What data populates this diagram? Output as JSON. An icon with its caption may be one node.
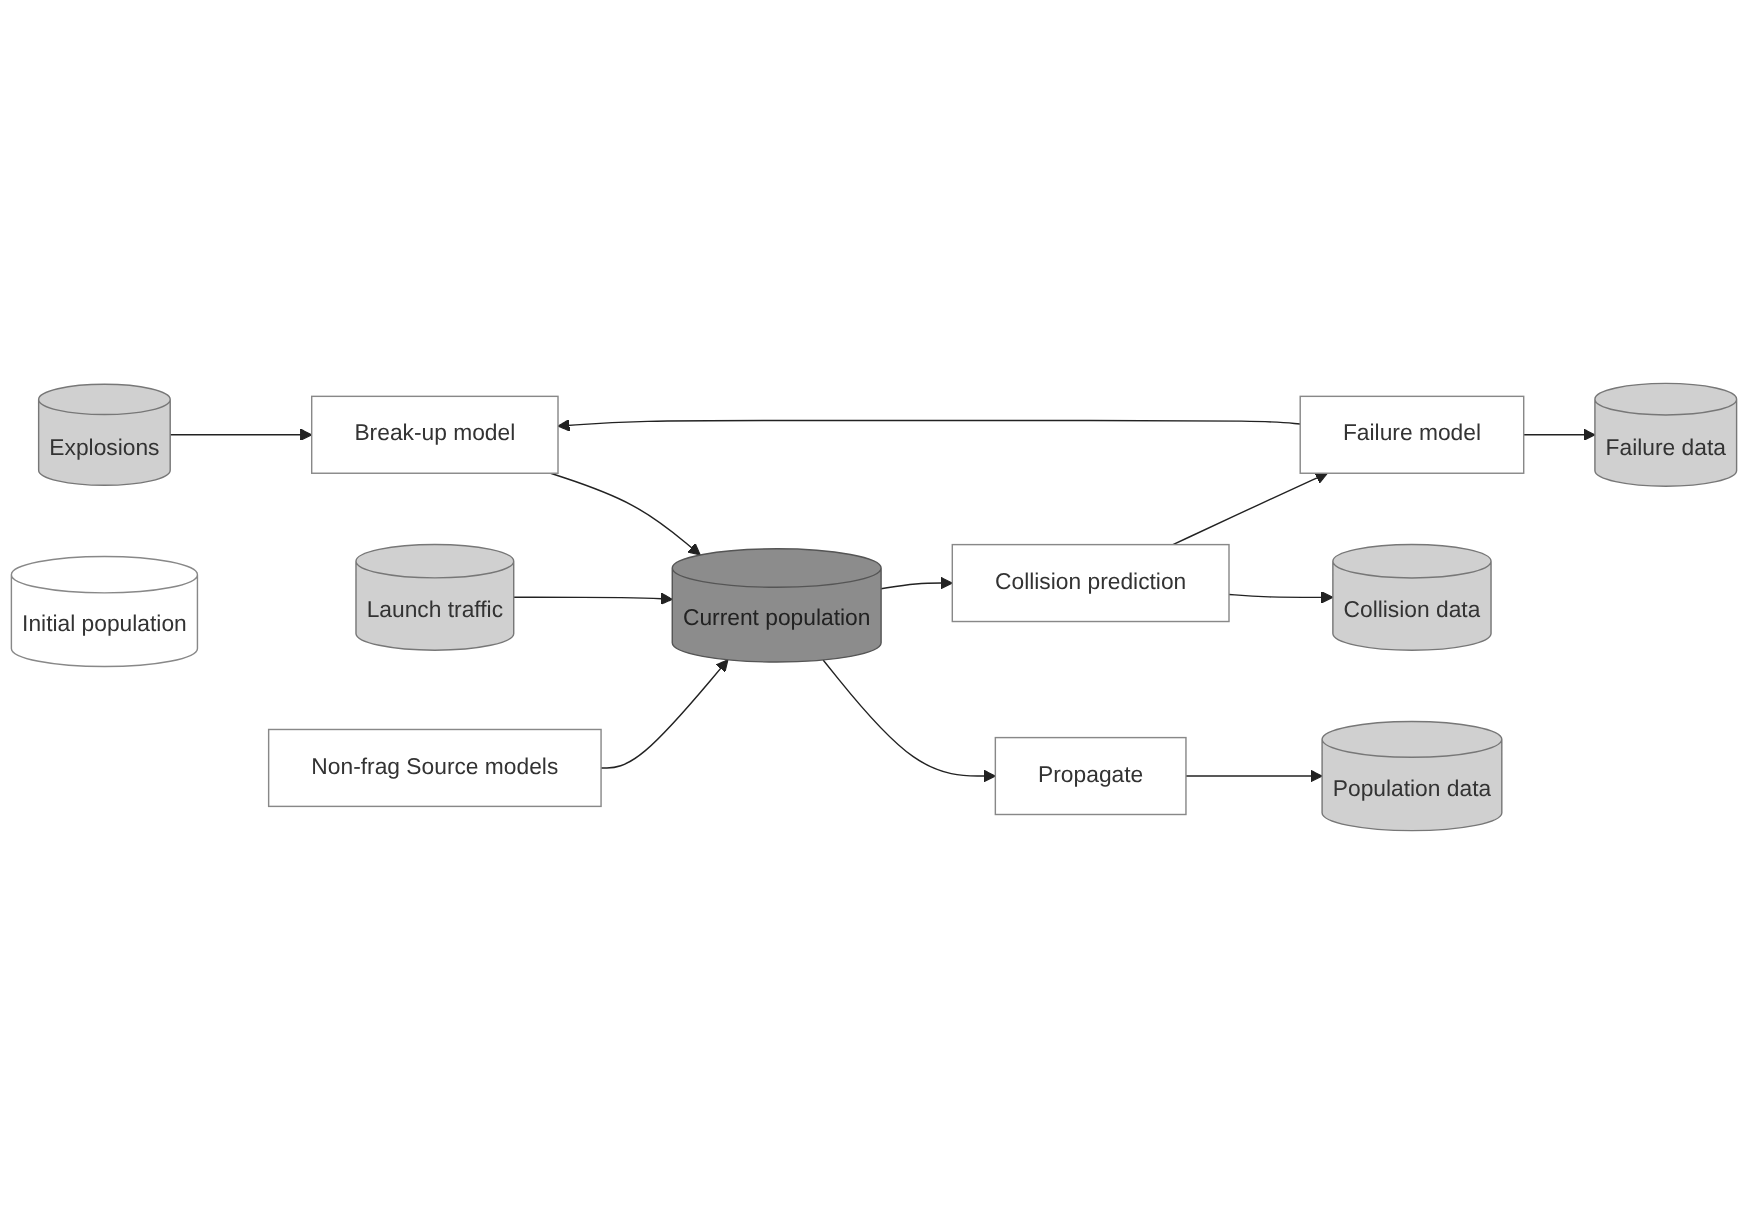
{
  "diagram": {
    "nodes": [
      {
        "text": [
          "Non-frag Source models"
        ]
      },
      {
        "text": [
          "Explosions"
        ]
      },
      {
        "text": [
          "Launch traffic"
        ]
      },
      {
        "text": [
          "Break-up model"
        ]
      },
      {
        "text": [
          "Failure model"
        ]
      },
      {
        "text": [
          "Failure data"
        ]
      },
      {
        "text": [
          "Initial population"
        ]
      },
      {
        "text": [
          "Current population"
        ]
      },
      {
        "text": [
          "Collision prediction"
        ]
      },
      {
        "text": [
          "Collision data"
        ]
      },
      {
        "text": [
          "Propagate"
        ]
      },
      {
        "text": [
          "Population data"
        ]
      }
    ],
    "edges": [
      {
        "from": 0,
        "to": 7,
        "arrow": "to"
      },
      {
        "from": 1,
        "to": 3,
        "arrow": "to"
      },
      {
        "from": 2,
        "to": 7,
        "arrow": "to"
      },
      {
        "from": 4,
        "to": 3,
        "arrow": "to"
      },
      {
        "from": 4,
        "to": 5,
        "arrow": "to"
      },
      {
        "from": 3,
        "to": 7,
        "arrow": "to"
      },
      {
        "from": 8,
        "to": 4,
        "arrow": "to"
      },
      {
        "from": 7,
        "to": 8,
        "arrow": "to"
      },
      {
        "from": 8,
        "to": 9,
        "arrow": "to"
      },
      {
        "from": 7,
        "to": 10,
        "arrow": "to"
      },
      {
        "from": 10,
        "to": 11,
        "arrow": "to"
      }
    ]
  }
}
